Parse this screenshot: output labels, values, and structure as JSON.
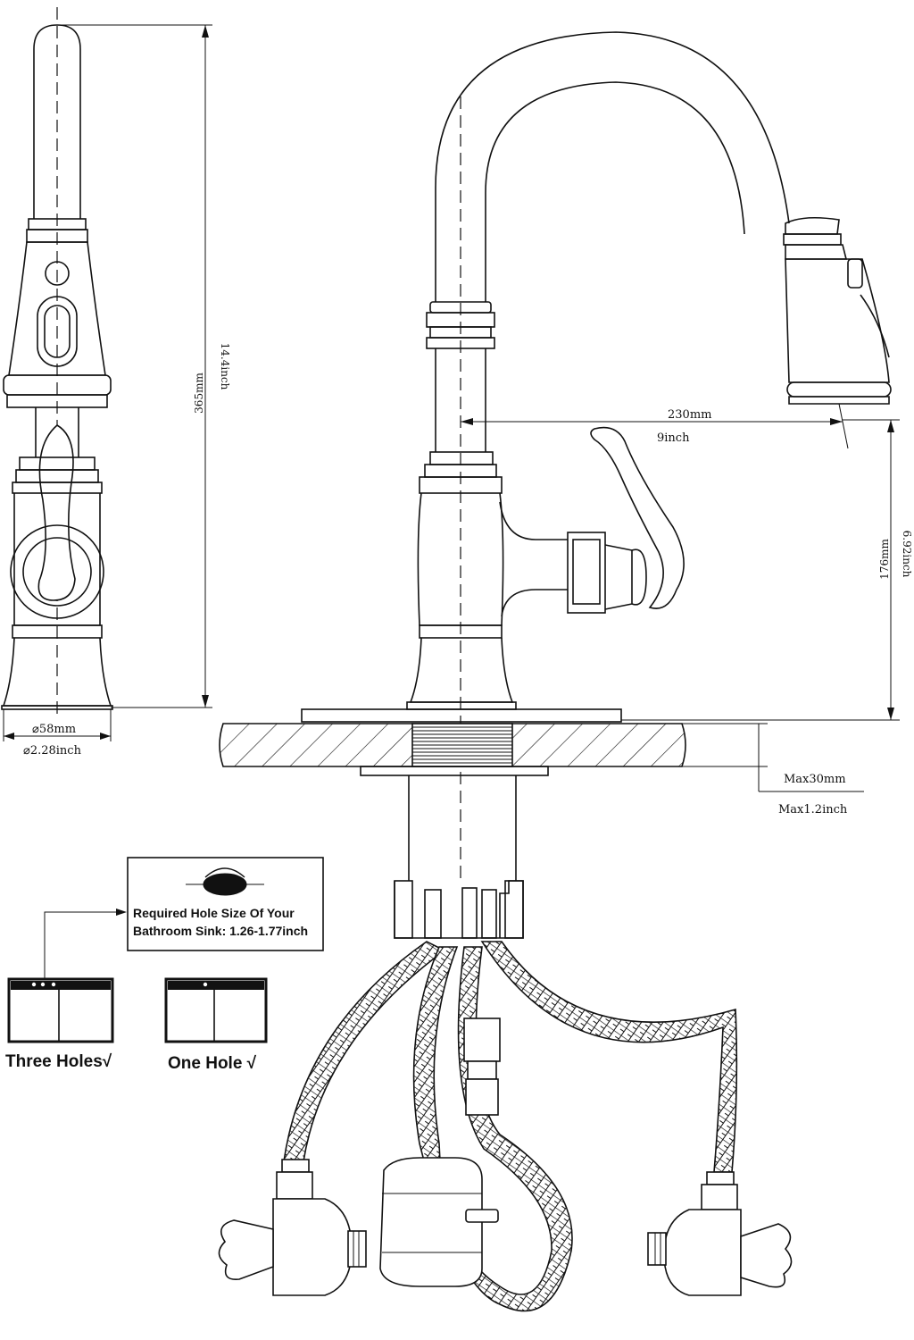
{
  "dimensions": {
    "height_mm": "365mm",
    "height_inch": "14.4inch",
    "base_diameter_mm": "⌀58mm",
    "base_diameter_inch": "⌀2.28inch",
    "reach_mm": "230mm",
    "reach_inch": "9inch",
    "spout_height_mm": "176mm",
    "spout_height_inch": "6.92inch",
    "deck_max_mm": "Max30mm",
    "deck_max_inch": "Max1.2inch"
  },
  "hole_note": {
    "line1": "Required Hole Size Of Your",
    "line2": "Bathroom Sink: 1.26-1.77inch"
  },
  "sink_options": {
    "three_holes": "Three Holes√",
    "one_hole": "One Hole √"
  }
}
